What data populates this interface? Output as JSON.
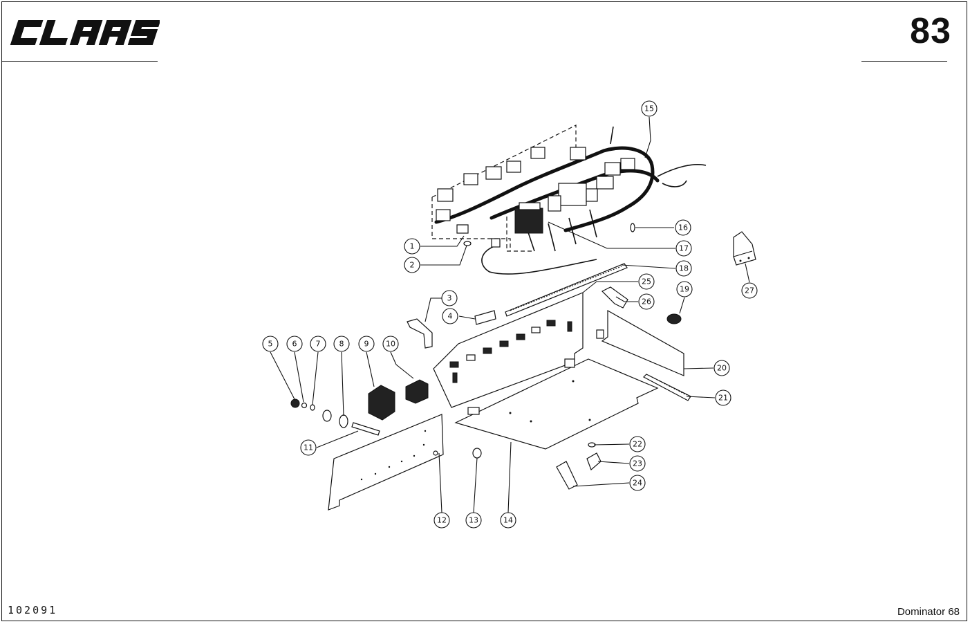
{
  "header": {
    "brand": "CLAAS",
    "page_number": "83"
  },
  "footer": {
    "diagram_id": "102091",
    "model": "Dominator 68"
  },
  "callouts": [
    {
      "n": "1"
    },
    {
      "n": "2"
    },
    {
      "n": "3"
    },
    {
      "n": "4"
    },
    {
      "n": "5"
    },
    {
      "n": "6"
    },
    {
      "n": "7"
    },
    {
      "n": "8"
    },
    {
      "n": "9"
    },
    {
      "n": "10"
    },
    {
      "n": "11"
    },
    {
      "n": "12"
    },
    {
      "n": "13"
    },
    {
      "n": "14"
    },
    {
      "n": "15"
    },
    {
      "n": "16"
    },
    {
      "n": "17"
    },
    {
      "n": "18"
    },
    {
      "n": "19"
    },
    {
      "n": "20"
    },
    {
      "n": "21"
    },
    {
      "n": "22"
    },
    {
      "n": "23"
    },
    {
      "n": "24"
    },
    {
      "n": "25"
    },
    {
      "n": "26"
    },
    {
      "n": "27"
    }
  ]
}
